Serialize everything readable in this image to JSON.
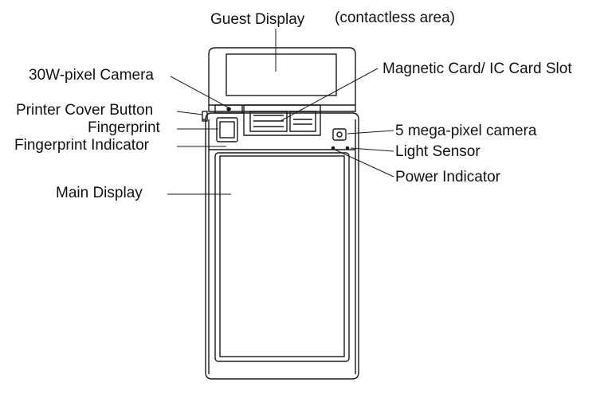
{
  "labels": {
    "guest_display": "Guest Display",
    "contactless_area": "(contactless area)",
    "magnetic_card_slot": "Magnetic Card/ IC Card Slot",
    "camera_30w": "30W-pixel Camera",
    "printer_cover_button": "Printer Cover Button",
    "fingerprint": "Fingerprint",
    "fingerprint_indicator": "Fingerprint Indicator",
    "camera_5mp": "5 mega-pixel camera",
    "light_sensor": "Light Sensor",
    "power_indicator": "Power Indicator",
    "main_display": "Main Display"
  },
  "colors": {
    "line": "#1a1a1a",
    "background": "#ffffff"
  }
}
